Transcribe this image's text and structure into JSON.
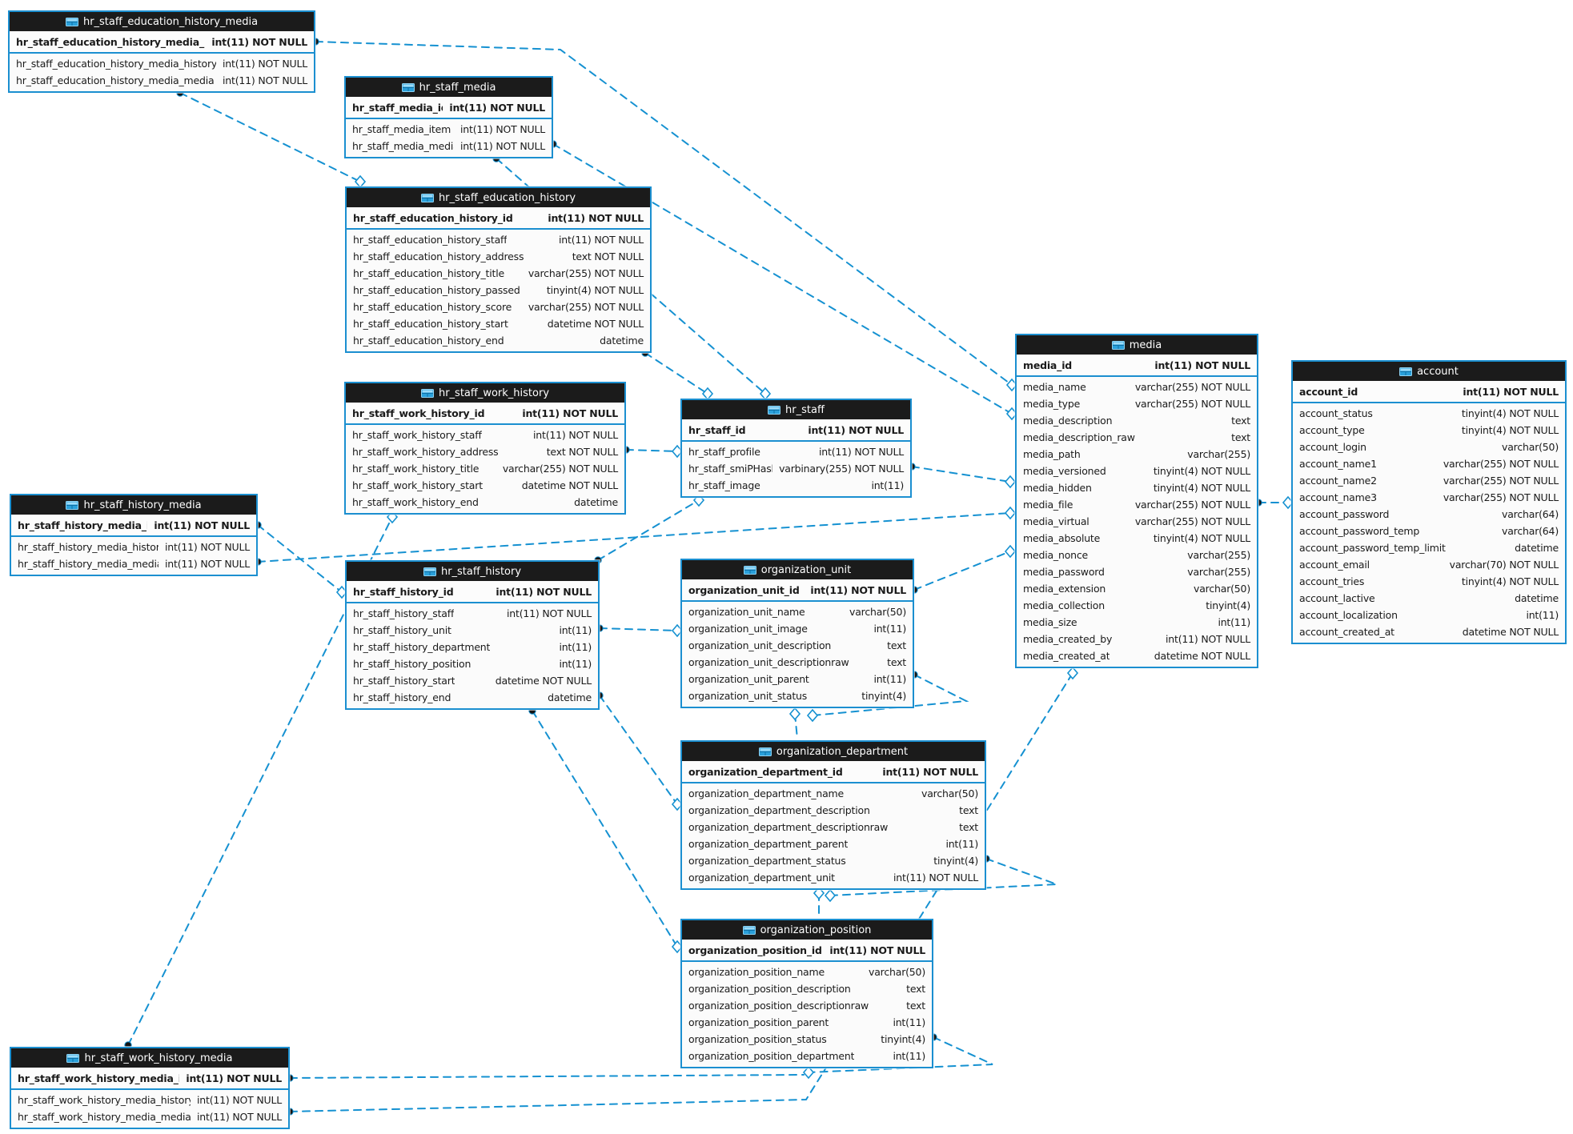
{
  "diagram": {
    "kind": "database-eer-diagram",
    "colors": {
      "accent_line": "#1591d1",
      "table_border": "#1b8fd0",
      "header_bg": "#1b1b1b",
      "header_text": "#ffffff",
      "body_bg": "#fbfbfb",
      "field_text": "#1a1a1a",
      "icon_blue": "#2aa0da"
    }
  },
  "tables": [
    {
      "name": "hr_staff_education_history_media",
      "fields": [
        {
          "name": "hr_staff_education_history_media_id",
          "type": "int(11) NOT NULL",
          "pk": true
        },
        {
          "name": "hr_staff_education_history_media_history",
          "type": "int(11) NOT NULL"
        },
        {
          "name": "hr_staff_education_history_media_media",
          "type": "int(11) NOT NULL"
        }
      ]
    },
    {
      "name": "hr_staff_media",
      "fields": [
        {
          "name": "hr_staff_media_id",
          "type": "int(11) NOT NULL",
          "pk": true
        },
        {
          "name": "hr_staff_media_item",
          "type": "int(11) NOT NULL"
        },
        {
          "name": "hr_staff_media_media",
          "type": "int(11) NOT NULL"
        }
      ]
    },
    {
      "name": "hr_staff_education_history",
      "fields": [
        {
          "name": "hr_staff_education_history_id",
          "type": "int(11) NOT NULL",
          "pk": true
        },
        {
          "name": "hr_staff_education_history_staff",
          "type": "int(11) NOT NULL"
        },
        {
          "name": "hr_staff_education_history_address",
          "type": "text NOT NULL"
        },
        {
          "name": "hr_staff_education_history_title",
          "type": "varchar(255) NOT NULL"
        },
        {
          "name": "hr_staff_education_history_passed",
          "type": "tinyint(4) NOT NULL"
        },
        {
          "name": "hr_staff_education_history_score",
          "type": "varchar(255) NOT NULL"
        },
        {
          "name": "hr_staff_education_history_start",
          "type": "datetime NOT NULL"
        },
        {
          "name": "hr_staff_education_history_end",
          "type": "datetime"
        }
      ]
    },
    {
      "name": "hr_staff_work_history",
      "fields": [
        {
          "name": "hr_staff_work_history_id",
          "type": "int(11) NOT NULL",
          "pk": true
        },
        {
          "name": "hr_staff_work_history_staff",
          "type": "int(11) NOT NULL"
        },
        {
          "name": "hr_staff_work_history_address",
          "type": "text NOT NULL"
        },
        {
          "name": "hr_staff_work_history_title",
          "type": "varchar(255) NOT NULL"
        },
        {
          "name": "hr_staff_work_history_start",
          "type": "datetime NOT NULL"
        },
        {
          "name": "hr_staff_work_history_end",
          "type": "datetime"
        }
      ]
    },
    {
      "name": "hr_staff_history_media",
      "fields": [
        {
          "name": "hr_staff_history_media_id",
          "type": "int(11) NOT NULL",
          "pk": true
        },
        {
          "name": "hr_staff_history_media_history",
          "type": "int(11) NOT NULL"
        },
        {
          "name": "hr_staff_history_media_media",
          "type": "int(11) NOT NULL"
        }
      ]
    },
    {
      "name": "hr_staff_history",
      "fields": [
        {
          "name": "hr_staff_history_id",
          "type": "int(11) NOT NULL",
          "pk": true
        },
        {
          "name": "hr_staff_history_staff",
          "type": "int(11) NOT NULL"
        },
        {
          "name": "hr_staff_history_unit",
          "type": "int(11)"
        },
        {
          "name": "hr_staff_history_department",
          "type": "int(11)"
        },
        {
          "name": "hr_staff_history_position",
          "type": "int(11)"
        },
        {
          "name": "hr_staff_history_start",
          "type": "datetime NOT NULL"
        },
        {
          "name": "hr_staff_history_end",
          "type": "datetime"
        }
      ]
    },
    {
      "name": "hr_staff",
      "fields": [
        {
          "name": "hr_staff_id",
          "type": "int(11) NOT NULL",
          "pk": true
        },
        {
          "name": "hr_staff_profile",
          "type": "int(11) NOT NULL"
        },
        {
          "name": "hr_staff_smiPHash",
          "type": "varbinary(255) NOT NULL"
        },
        {
          "name": "hr_staff_image",
          "type": "int(11)"
        }
      ]
    },
    {
      "name": "organization_unit",
      "fields": [
        {
          "name": "organization_unit_id",
          "type": "int(11) NOT NULL",
          "pk": true
        },
        {
          "name": "organization_unit_name",
          "type": "varchar(50)"
        },
        {
          "name": "organization_unit_image",
          "type": "int(11)"
        },
        {
          "name": "organization_unit_description",
          "type": "text"
        },
        {
          "name": "organization_unit_descriptionraw",
          "type": "text"
        },
        {
          "name": "organization_unit_parent",
          "type": "int(11)"
        },
        {
          "name": "organization_unit_status",
          "type": "tinyint(4)"
        }
      ]
    },
    {
      "name": "organization_department",
      "fields": [
        {
          "name": "organization_department_id",
          "type": "int(11) NOT NULL",
          "pk": true
        },
        {
          "name": "organization_department_name",
          "type": "varchar(50)"
        },
        {
          "name": "organization_department_description",
          "type": "text"
        },
        {
          "name": "organization_department_descriptionraw",
          "type": "text"
        },
        {
          "name": "organization_department_parent",
          "type": "int(11)"
        },
        {
          "name": "organization_department_status",
          "type": "tinyint(4)"
        },
        {
          "name": "organization_department_unit",
          "type": "int(11) NOT NULL"
        }
      ]
    },
    {
      "name": "organization_position",
      "fields": [
        {
          "name": "organization_position_id",
          "type": "int(11) NOT NULL",
          "pk": true
        },
        {
          "name": "organization_position_name",
          "type": "varchar(50)"
        },
        {
          "name": "organization_position_description",
          "type": "text"
        },
        {
          "name": "organization_position_descriptionraw",
          "type": "text"
        },
        {
          "name": "organization_position_parent",
          "type": "int(11)"
        },
        {
          "name": "organization_position_status",
          "type": "tinyint(4)"
        },
        {
          "name": "organization_position_department",
          "type": "int(11)"
        }
      ]
    },
    {
      "name": "media",
      "fields": [
        {
          "name": "media_id",
          "type": "int(11) NOT NULL",
          "pk": true
        },
        {
          "name": "media_name",
          "type": "varchar(255) NOT NULL"
        },
        {
          "name": "media_type",
          "type": "varchar(255) NOT NULL"
        },
        {
          "name": "media_description",
          "type": "text"
        },
        {
          "name": "media_description_raw",
          "type": "text"
        },
        {
          "name": "media_path",
          "type": "varchar(255)"
        },
        {
          "name": "media_versioned",
          "type": "tinyint(4) NOT NULL"
        },
        {
          "name": "media_hidden",
          "type": "tinyint(4) NOT NULL"
        },
        {
          "name": "media_file",
          "type": "varchar(255) NOT NULL"
        },
        {
          "name": "media_virtual",
          "type": "varchar(255) NOT NULL"
        },
        {
          "name": "media_absolute",
          "type": "tinyint(4) NOT NULL"
        },
        {
          "name": "media_nonce",
          "type": "varchar(255)"
        },
        {
          "name": "media_password",
          "type": "varchar(255)"
        },
        {
          "name": "media_extension",
          "type": "varchar(50)"
        },
        {
          "name": "media_collection",
          "type": "tinyint(4)"
        },
        {
          "name": "media_size",
          "type": "int(11)"
        },
        {
          "name": "media_created_by",
          "type": "int(11) NOT NULL"
        },
        {
          "name": "media_created_at",
          "type": "datetime NOT NULL"
        }
      ]
    },
    {
      "name": "account",
      "fields": [
        {
          "name": "account_id",
          "type": "int(11) NOT NULL",
          "pk": true
        },
        {
          "name": "account_status",
          "type": "tinyint(4) NOT NULL"
        },
        {
          "name": "account_type",
          "type": "tinyint(4) NOT NULL"
        },
        {
          "name": "account_login",
          "type": "varchar(50)"
        },
        {
          "name": "account_name1",
          "type": "varchar(255) NOT NULL"
        },
        {
          "name": "account_name2",
          "type": "varchar(255) NOT NULL"
        },
        {
          "name": "account_name3",
          "type": "varchar(255) NOT NULL"
        },
        {
          "name": "account_password",
          "type": "varchar(64)"
        },
        {
          "name": "account_password_temp",
          "type": "varchar(64)"
        },
        {
          "name": "account_password_temp_limit",
          "type": "datetime"
        },
        {
          "name": "account_email",
          "type": "varchar(70) NOT NULL"
        },
        {
          "name": "account_tries",
          "type": "tinyint(4) NOT NULL"
        },
        {
          "name": "account_lactive",
          "type": "datetime"
        },
        {
          "name": "account_localization",
          "type": "int(11)"
        },
        {
          "name": "account_created_at",
          "type": "datetime NOT NULL"
        }
      ]
    },
    {
      "name": "hr_staff_work_history_media",
      "fields": [
        {
          "name": "hr_staff_work_history_media_id",
          "type": "int(11) NOT NULL",
          "pk": true
        },
        {
          "name": "hr_staff_work_history_media_history",
          "type": "int(11) NOT NULL"
        },
        {
          "name": "hr_staff_work_history_media_media",
          "type": "int(11) NOT NULL"
        }
      ]
    }
  ],
  "relationships": [
    {
      "id": "r1",
      "from": "hr_staff_education_history_media",
      "to": "media"
    },
    {
      "id": "r2",
      "from": "hr_staff_education_history_media",
      "to": "hr_staff_education_history"
    },
    {
      "id": "r3",
      "from": "hr_staff_media",
      "to": "media"
    },
    {
      "id": "r4",
      "from": "hr_staff_media",
      "to": "hr_staff"
    },
    {
      "id": "r5",
      "from": "hr_staff_education_history",
      "to": "hr_staff"
    },
    {
      "id": "r6",
      "from": "hr_staff",
      "to": "media"
    },
    {
      "id": "r7",
      "from": "hr_staff_work_history",
      "to": "hr_staff"
    },
    {
      "id": "r8",
      "from": "hr_staff_work_history_media",
      "to": "hr_staff_work_history"
    },
    {
      "id": "r9",
      "from": "hr_staff_history_media",
      "to": "hr_staff_history"
    },
    {
      "id": "r10",
      "from": "hr_staff_history_media",
      "to": "media"
    },
    {
      "id": "r11",
      "from": "hr_staff_history",
      "to": "hr_staff"
    },
    {
      "id": "r12",
      "from": "hr_staff_history",
      "to": "organization_unit"
    },
    {
      "id": "r13",
      "from": "hr_staff_history",
      "to": "organization_department"
    },
    {
      "id": "r14",
      "from": "hr_staff_history",
      "to": "organization_position"
    },
    {
      "id": "r15",
      "from": "organization_unit",
      "to": "organization_unit"
    },
    {
      "id": "r16",
      "from": "organization_unit",
      "to": "organization_department"
    },
    {
      "id": "r17",
      "from": "organization_unit",
      "to": "media"
    },
    {
      "id": "r18",
      "from": "organization_department",
      "to": "organization_department"
    },
    {
      "id": "r19",
      "from": "organization_department",
      "to": "organization_position"
    },
    {
      "id": "r20",
      "from": "organization_position",
      "to": "organization_position"
    },
    {
      "id": "r21",
      "from": "hr_staff_work_history_media",
      "to": "organization_position"
    },
    {
      "id": "r22",
      "from": "hr_staff_work_history_media",
      "to": "media"
    },
    {
      "id": "r23",
      "from": "media",
      "to": "account"
    }
  ]
}
